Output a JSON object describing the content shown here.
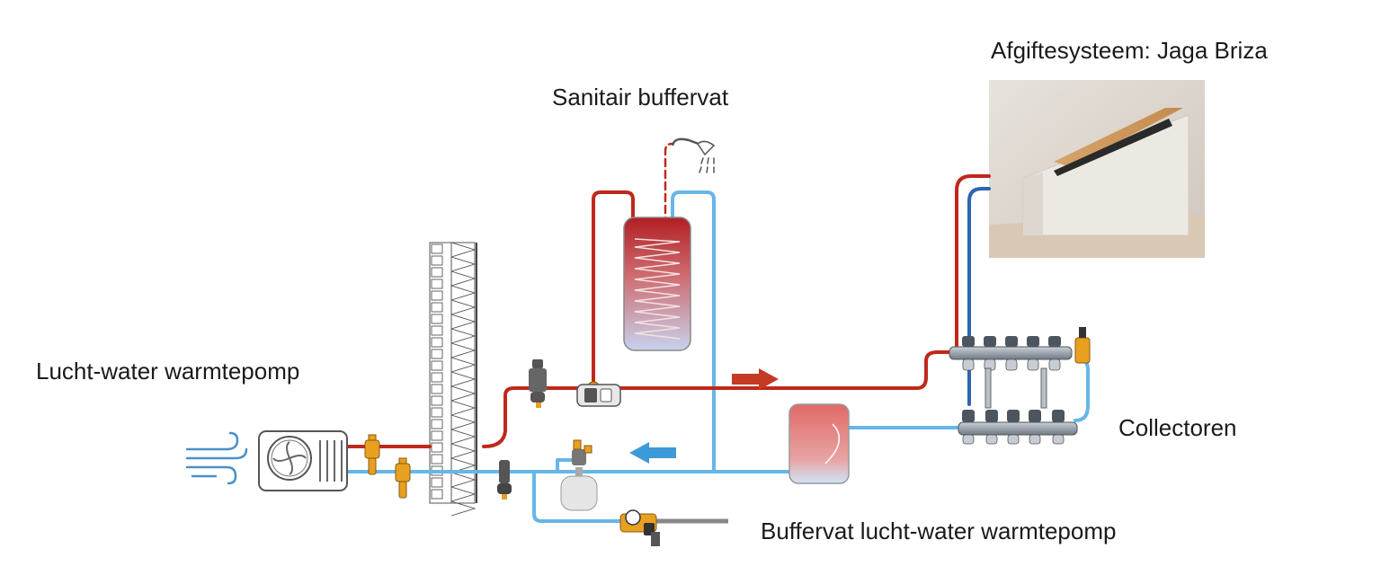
{
  "labels": {
    "heat_pump": "Lucht-water warmtepomp",
    "dhw_tank": "Sanitair buffervat",
    "emitter": "Afgiftesysteem: Jaga Briza",
    "manifold": "Collectoren",
    "buffer_tank": "Buffervat lucht-water warmtepomp"
  },
  "colors": {
    "supply_pipe": "#c0281c",
    "return_pipe": "#66b6e8",
    "emitter_return_pipe": "#2f64b0",
    "brass": "#e8a020",
    "flow_arrow_supply": "#c43a22",
    "flow_arrow_return": "#3d9ad8"
  },
  "icons": {
    "wind": "wind-icon",
    "heat_pump": "outdoor-unit-icon",
    "shower": "shower-head-icon",
    "pump": "circulation-pump-icon",
    "expansion_vessel": "expansion-vessel-icon",
    "safety_group": "safety-group-icon"
  }
}
